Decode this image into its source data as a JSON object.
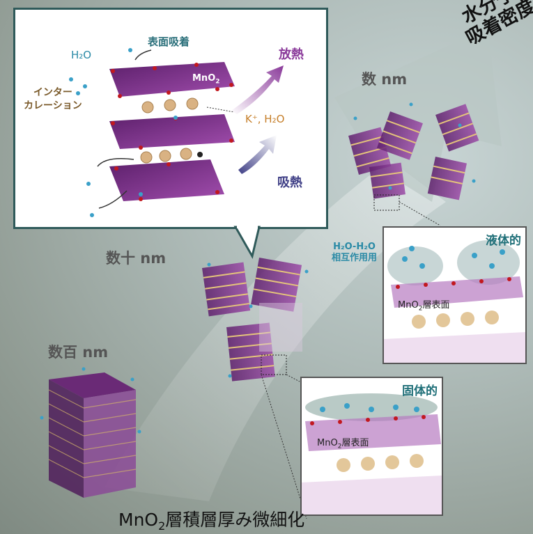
{
  "title_prefix": "MnO",
  "title_sub": "2",
  "title_suffix": "層積層厚み微細化",
  "vertical_label_col1": "水分子",
  "vertical_label_col2": "吸着密度",
  "scale_labels": {
    "nm_few": "数 nm",
    "nm_tens": "数十 nm",
    "nm_hundreds": "数百 nm"
  },
  "interaction_label": {
    "line1": "H₂O-H₂O",
    "line2": "相互作用用"
  },
  "inset_top": {
    "h2o": "H₂O",
    "surface_adsorption": "表面吸着",
    "mno2_prefix": "MnO",
    "mno2_sub": "2",
    "intercalation_line1": "インター",
    "intercalation_line2": "カレーション",
    "k_h2o": "K⁺, H₂O",
    "heat_release": "放熱",
    "heat_absorption": "吸熱"
  },
  "panel_liquid": {
    "title": "液体的",
    "surface_prefix": "MnO",
    "surface_sub": "2",
    "surface_suffix": "層表面"
  },
  "panel_solid": {
    "title": "固体的",
    "surface_prefix": "MnO",
    "surface_sub": "2",
    "surface_suffix": "層表面"
  },
  "colors": {
    "layer": "#7b2a86",
    "accent_teal": "#2a8aa6",
    "heat_purple": "#8a3a9a",
    "heat_navy": "#3f3f86",
    "inset_border": "#2f5a5a"
  }
}
